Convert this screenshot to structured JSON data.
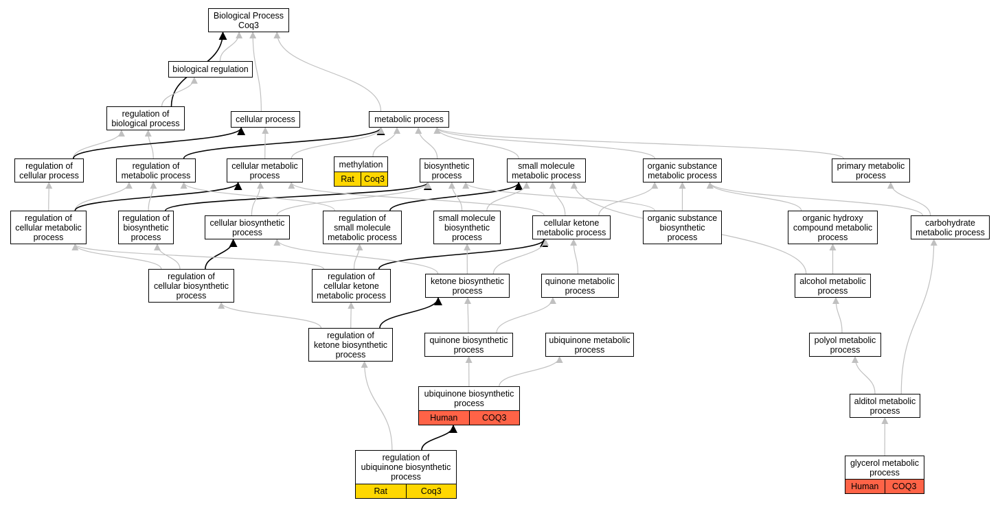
{
  "diagram": {
    "nodes": {
      "bp": {
        "label": "Biological Process\nCoq3"
      },
      "bioreg": {
        "label": "biological regulation"
      },
      "regbio": {
        "label": "regulation of\nbiological process"
      },
      "cellproc": {
        "label": "cellular process"
      },
      "metproc": {
        "label": "metabolic process"
      },
      "regcell": {
        "label": "regulation of\ncellular process"
      },
      "regmet": {
        "label": "regulation of\nmetabolic process"
      },
      "cellmet": {
        "label": "cellular metabolic\nprocess"
      },
      "methyl": {
        "label": "methylation",
        "annotation": {
          "species": "Rat",
          "gene": "Coq3",
          "color": "#ffd700"
        }
      },
      "biosyn": {
        "label": "biosynthetic\nprocess"
      },
      "smallmol": {
        "label": "small molecule\nmetabolic process"
      },
      "orgsub": {
        "label": "organic substance\nmetabolic process"
      },
      "primmet": {
        "label": "primary metabolic\nprocess"
      },
      "regcellmet": {
        "label": "regulation of\ncellular metabolic\nprocess"
      },
      "regbiosyn": {
        "label": "regulation of\nbiosynthetic\nprocess"
      },
      "cellbiosyn": {
        "label": "cellular biosynthetic\nprocess"
      },
      "regsmallmol": {
        "label": "regulation of\nsmall molecule\nmetabolic process"
      },
      "smallmolbio": {
        "label": "small molecule\nbiosynthetic\nprocess"
      },
      "cellket": {
        "label": "cellular ketone\nmetabolic process"
      },
      "orgsubbio": {
        "label": "organic substance\nbiosynthetic\nprocess"
      },
      "orghydroxy": {
        "label": "organic hydroxy\ncompound metabolic\nprocess"
      },
      "carbo": {
        "label": "carbohydrate\nmetabolic process"
      },
      "regcellbio": {
        "label": "regulation of\ncellular biosynthetic\nprocess"
      },
      "regcellket": {
        "label": "regulation of\ncellular ketone\nmetabolic process"
      },
      "ketbio": {
        "label": "ketone biosynthetic\nprocess"
      },
      "quinmet": {
        "label": "quinone metabolic\nprocess"
      },
      "alcohol": {
        "label": "alcohol metabolic\nprocess"
      },
      "regketbio": {
        "label": "regulation of\nketone biosynthetic\nprocess"
      },
      "quinbio": {
        "label": "quinone biosynthetic\nprocess"
      },
      "ubimet": {
        "label": "ubiquinone metabolic\nprocess"
      },
      "polyol": {
        "label": "polyol metabolic\nprocess"
      },
      "ubibio": {
        "label": "ubiquinone biosynthetic\nprocess",
        "annotation": {
          "species": "Human",
          "gene": "COQ3",
          "color": "#ff6347"
        }
      },
      "alditol": {
        "label": "alditol metabolic\nprocess"
      },
      "regubibio": {
        "label": "regulation of\nubiquinone biosynthetic\nprocess",
        "annotation": {
          "species": "Rat",
          "gene": "Coq3",
          "color": "#ffd700"
        }
      },
      "glycerol": {
        "label": "glycerol metabolic\nprocess",
        "annotation": {
          "species": "Human",
          "gene": "COQ3",
          "color": "#ff6347"
        }
      }
    },
    "edges": [
      {
        "from": "bioreg",
        "to": "bp",
        "kind": "is_a"
      },
      {
        "from": "cellproc",
        "to": "bp",
        "kind": "is_a"
      },
      {
        "from": "metproc",
        "to": "bp",
        "kind": "is_a"
      },
      {
        "from": "regbio",
        "to": "bp",
        "kind": "regulates"
      },
      {
        "from": "regbio",
        "to": "bioreg",
        "kind": "is_a"
      },
      {
        "from": "regcell",
        "to": "regbio",
        "kind": "is_a"
      },
      {
        "from": "regmet",
        "to": "regbio",
        "kind": "is_a"
      },
      {
        "from": "regcell",
        "to": "cellproc",
        "kind": "regulates"
      },
      {
        "from": "regmet",
        "to": "metproc",
        "kind": "regulates"
      },
      {
        "from": "cellmet",
        "to": "cellproc",
        "kind": "is_a"
      },
      {
        "from": "cellmet",
        "to": "metproc",
        "kind": "is_a"
      },
      {
        "from": "methyl",
        "to": "metproc",
        "kind": "is_a"
      },
      {
        "from": "biosyn",
        "to": "metproc",
        "kind": "is_a"
      },
      {
        "from": "smallmol",
        "to": "metproc",
        "kind": "is_a"
      },
      {
        "from": "orgsub",
        "to": "metproc",
        "kind": "is_a"
      },
      {
        "from": "primmet",
        "to": "metproc",
        "kind": "is_a"
      },
      {
        "from": "regcellmet",
        "to": "regcell",
        "kind": "is_a"
      },
      {
        "from": "regcellmet",
        "to": "regmet",
        "kind": "is_a"
      },
      {
        "from": "regcellmet",
        "to": "cellmet",
        "kind": "regulates"
      },
      {
        "from": "regbiosyn",
        "to": "regmet",
        "kind": "is_a"
      },
      {
        "from": "regbiosyn",
        "to": "biosyn",
        "kind": "regulates"
      },
      {
        "from": "cellbiosyn",
        "to": "cellmet",
        "kind": "is_a"
      },
      {
        "from": "cellbiosyn",
        "to": "biosyn",
        "kind": "is_a"
      },
      {
        "from": "regsmallmol",
        "to": "regmet",
        "kind": "is_a"
      },
      {
        "from": "regsmallmol",
        "to": "smallmol",
        "kind": "regulates"
      },
      {
        "from": "smallmolbio",
        "to": "biosyn",
        "kind": "is_a"
      },
      {
        "from": "smallmolbio",
        "to": "smallmol",
        "kind": "is_a"
      },
      {
        "from": "cellket",
        "to": "cellmet",
        "kind": "is_a"
      },
      {
        "from": "cellket",
        "to": "smallmol",
        "kind": "is_a"
      },
      {
        "from": "cellket",
        "to": "orgsub",
        "kind": "is_a"
      },
      {
        "from": "orgsubbio",
        "to": "biosyn",
        "kind": "is_a"
      },
      {
        "from": "orgsubbio",
        "to": "orgsub",
        "kind": "is_a"
      },
      {
        "from": "orghydroxy",
        "to": "orgsub",
        "kind": "is_a"
      },
      {
        "from": "carbo",
        "to": "orgsub",
        "kind": "is_a"
      },
      {
        "from": "carbo",
        "to": "primmet",
        "kind": "is_a"
      },
      {
        "from": "regcellbio",
        "to": "regcellmet",
        "kind": "is_a"
      },
      {
        "from": "regcellbio",
        "to": "regbiosyn",
        "kind": "is_a"
      },
      {
        "from": "regcellbio",
        "to": "cellbiosyn",
        "kind": "regulates"
      },
      {
        "from": "regcellket",
        "to": "regcellmet",
        "kind": "is_a"
      },
      {
        "from": "regcellket",
        "to": "regsmallmol",
        "kind": "is_a"
      },
      {
        "from": "regcellket",
        "to": "cellket",
        "kind": "regulates"
      },
      {
        "from": "ketbio",
        "to": "cellbiosyn",
        "kind": "is_a"
      },
      {
        "from": "ketbio",
        "to": "smallmolbio",
        "kind": "is_a"
      },
      {
        "from": "ketbio",
        "to": "cellket",
        "kind": "is_a"
      },
      {
        "from": "quinmet",
        "to": "cellket",
        "kind": "is_a"
      },
      {
        "from": "alcohol",
        "to": "orghydroxy",
        "kind": "is_a"
      },
      {
        "from": "alcohol",
        "to": "smallmol",
        "kind": "is_a"
      },
      {
        "from": "regketbio",
        "to": "regcellbio",
        "kind": "is_a"
      },
      {
        "from": "regketbio",
        "to": "regcellket",
        "kind": "is_a"
      },
      {
        "from": "regketbio",
        "to": "ketbio",
        "kind": "regulates"
      },
      {
        "from": "quinbio",
        "to": "ketbio",
        "kind": "is_a"
      },
      {
        "from": "quinbio",
        "to": "quinmet",
        "kind": "is_a"
      },
      {
        "from": "polyol",
        "to": "alcohol",
        "kind": "is_a"
      },
      {
        "from": "ubibio",
        "to": "quinbio",
        "kind": "is_a"
      },
      {
        "from": "ubibio",
        "to": "ubimet",
        "kind": "is_a"
      },
      {
        "from": "alditol",
        "to": "polyol",
        "kind": "is_a"
      },
      {
        "from": "alditol",
        "to": "carbo",
        "kind": "is_a"
      },
      {
        "from": "regubibio",
        "to": "regketbio",
        "kind": "is_a"
      },
      {
        "from": "regubibio",
        "to": "ubibio",
        "kind": "regulates"
      },
      {
        "from": "glycerol",
        "to": "alditol",
        "kind": "is_a"
      }
    ],
    "colors": {
      "is_a": "#c0c0c0",
      "regulates": "#000000",
      "rat": "#ffd700",
      "human": "#ff6347"
    }
  }
}
